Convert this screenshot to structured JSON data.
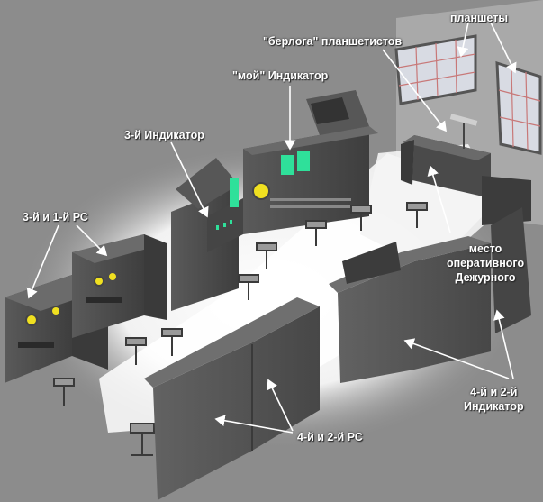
{
  "labels": {
    "pc_31": "3-й и 1-й РС",
    "indicator_3": "3-й Индикатор",
    "indicator_moi": "\"мой\" Индикатор",
    "berloga": "\"берлога\" планшетистов",
    "planshety": "планшеты",
    "duty_line1": "место",
    "duty_line2": "оперативного",
    "duty_line3": "Дежурного",
    "ind42_line1": "4-й и 2-й",
    "ind42_line2": "Индикатор",
    "pc_42": "4-й и 2-й РС"
  },
  "colors": {
    "background": "#8a8a8a",
    "floor_light": "#ffffff",
    "console": "#4e4e4e",
    "screen_green": "#2fe09a",
    "lamp_yellow": "#f0e020",
    "board_grid": "#c87878",
    "label_text": "#ffffff"
  }
}
